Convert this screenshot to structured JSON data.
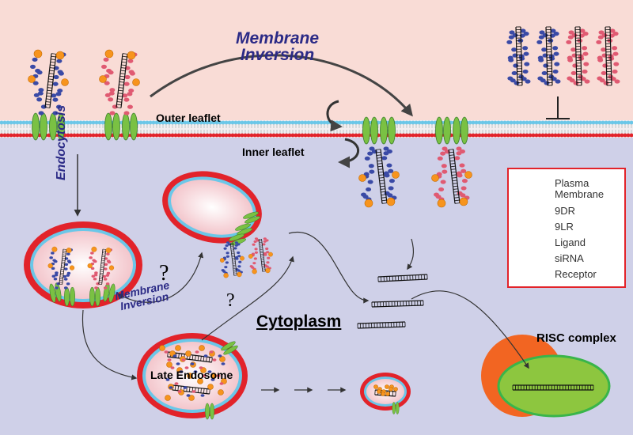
{
  "labels": {
    "membrane_inversion_top": "Membrane\nInversion",
    "outer_leaflet": "Outer leaflet",
    "inner_leaflet": "Inner leaflet",
    "endocytosis": "Endocytosis",
    "membrane_inversion_small": "Membrane\nInversion",
    "cytoplasm": "Cytoplasm",
    "late_endosome": "Late Endosome",
    "risc_complex": "RISC complex",
    "question_mark": "?"
  },
  "legend": {
    "items": [
      {
        "label": "Plasma\nMembrane",
        "icon": "membrane-icon"
      },
      {
        "label": "9DR",
        "icon": "9dr-icon"
      },
      {
        "label": "9LR",
        "icon": "9lr-icon"
      },
      {
        "label": "Ligand",
        "icon": "ligand-icon"
      },
      {
        "label": "siRNA",
        "icon": "sirna-icon"
      },
      {
        "label": "Receptor",
        "icon": "receptor-icon"
      }
    ]
  },
  "colors": {
    "extracellular": "#f9dcd6",
    "cytoplasm": "#cfd0e8",
    "membrane_red": "#e2232a",
    "membrane_blue": "#6bc7e8",
    "peptide_9dr": "#3a4aa6",
    "peptide_9lr": "#e05a72",
    "ligand": "#f7941d",
    "receptor": "#7ac143",
    "risc_orange": "#f26522",
    "risc_green": "#8dc63f",
    "label_blue": "#2b2a86"
  }
}
